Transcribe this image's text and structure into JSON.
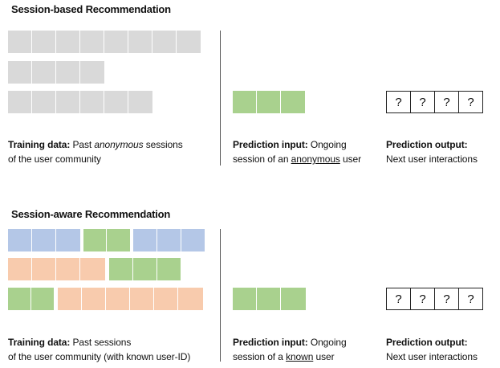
{
  "colors": {
    "gray": "#d9d9d9",
    "green": "#a9d18e",
    "blue": "#b4c7e7",
    "orange": "#f8cbad",
    "divider": "#555555"
  },
  "top": {
    "title": "Session-based Recommendation",
    "training_caption": {
      "bold": "Training data:",
      "text_before": " Past ",
      "italic": "anonymous",
      "text_after": " sessions",
      "line2": "of the user community"
    },
    "prediction_input": {
      "bold": "Prediction input:",
      "text": " Ongoing",
      "line2_before": "session of an ",
      "underlined": "anonymous",
      "line2_after": " user"
    },
    "prediction_output": {
      "bold": "Prediction output:",
      "line2": "Next user interactions"
    },
    "question_marks": [
      "?",
      "?",
      "?",
      "?"
    ]
  },
  "bottom": {
    "title": "Session-aware Recommendation",
    "training_caption": {
      "bold": "Training data:",
      "text": " Past sessions",
      "line2": "of the user community (with known user-ID)"
    },
    "prediction_input": {
      "bold": "Prediction input:",
      "text": " Ongoing",
      "line2_before": "session of a ",
      "underlined": "known",
      "line2_after": " user"
    },
    "prediction_output": {
      "bold": "Prediction output:",
      "line2": "Next user interactions"
    },
    "question_marks": [
      "?",
      "?",
      "?",
      "?"
    ]
  }
}
